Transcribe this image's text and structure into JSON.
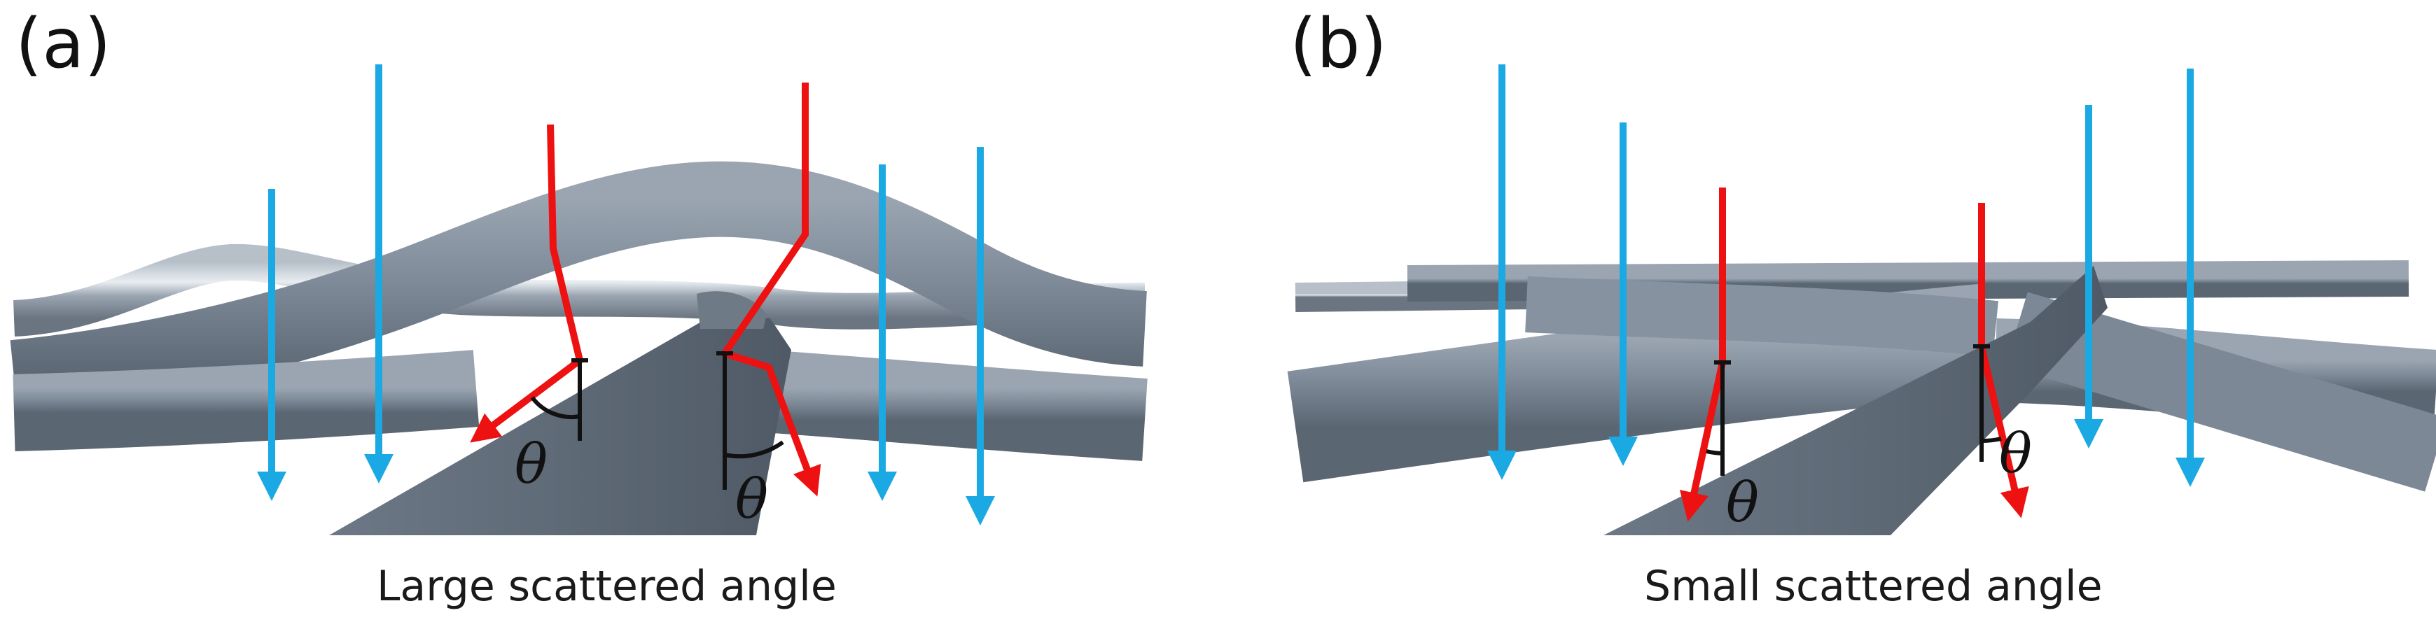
{
  "panels": [
    {
      "label": "(a)",
      "caption": "Large scattered angle",
      "angle_symbol": "θ"
    },
    {
      "label": "(b)",
      "caption": "Small scattered angle",
      "angle_symbol": "θ"
    }
  ],
  "colors": {
    "incident_ray": "#1aa9e3",
    "scattered_ray": "#ee1111",
    "fiber_light": "#a9b3bd",
    "fiber_mid": "#7c8896",
    "fiber_dark": "#55616e",
    "angle_marker": "#111111"
  },
  "icons": {
    "incident_ray": "blue-arrow-icon",
    "scattered_ray": "red-arrow-icon"
  }
}
